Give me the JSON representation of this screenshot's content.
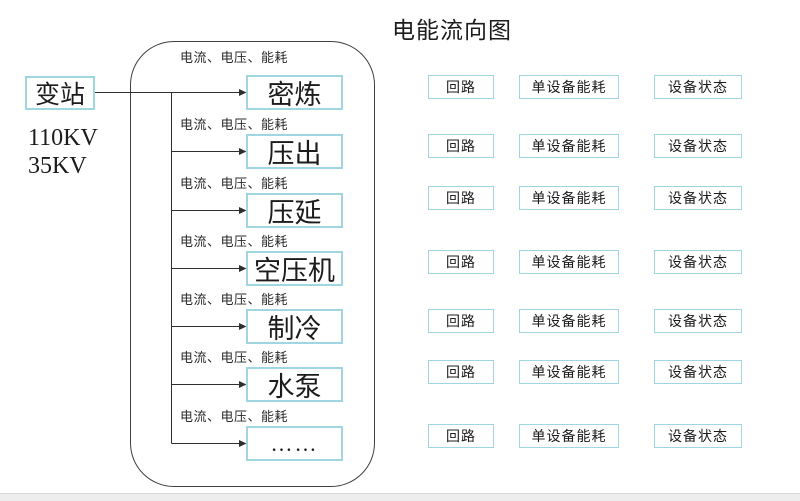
{
  "title": "电能流向图",
  "source": {
    "label": "变站",
    "voltages": [
      "110KV",
      "35KV"
    ]
  },
  "flow_label": "电流、电压、能耗",
  "processes": [
    "密炼",
    "压出",
    "压延",
    "空压机",
    "制冷",
    "水泵",
    "……"
  ],
  "columns": [
    "回路",
    "单设备能耗",
    "设备状态"
  ],
  "row_count": 7,
  "colors": {
    "box_border": "#a0d5e2",
    "line": "#3f3f3f"
  }
}
